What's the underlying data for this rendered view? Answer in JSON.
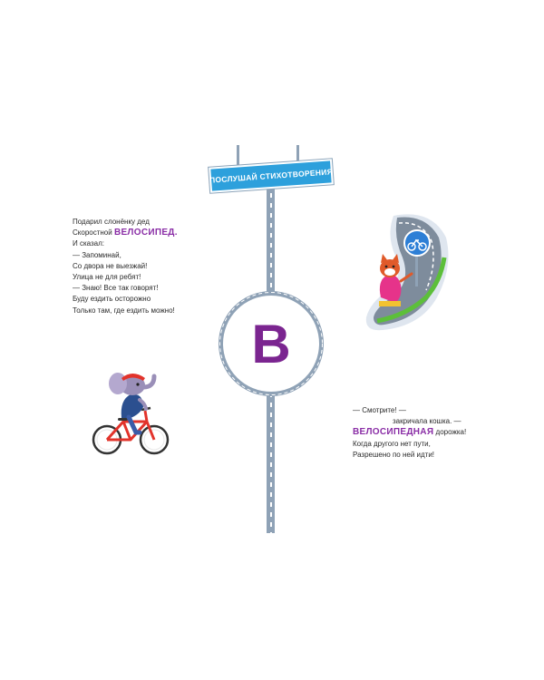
{
  "sign": {
    "label": "ПОСЛУШАЙ СТИХОТВОРЕНИЯ"
  },
  "letter": {
    "char": "В",
    "color": "#7b2590"
  },
  "colors": {
    "road": "#8fa2b6",
    "sign": "#2da0dc",
    "highlight": "#8a2ea6"
  },
  "poem_left": {
    "line1": "Подарил слонёнку дед",
    "line2_pre": "Скоростной ",
    "line2_hl": "ВЕЛОСИПЕД.",
    "line3": "И сказал:",
    "line4": "— Запоминай,",
    "line5": "Со двора не выезжай!",
    "line6": "Улица не для ребят!",
    "line7": "— Знаю! Все так говорят!",
    "line8": "Буду ездить осторожно",
    "line9": "Только там, где ездить можно!"
  },
  "poem_right": {
    "line1": "— Смотрите! —",
    "line2": "закричала кошка. —",
    "line3_hl": "ВЕЛОСИПЕДНАЯ",
    "line3_post": " дорожка!",
    "line4": "Когда другого нет пути,",
    "line5": "Разрешено по ней идти!"
  },
  "illustrations": {
    "elephant": "elephant-on-bicycle",
    "cat": "cat-on-bike-path",
    "bike_sign": "bicycle-sign-icon"
  }
}
